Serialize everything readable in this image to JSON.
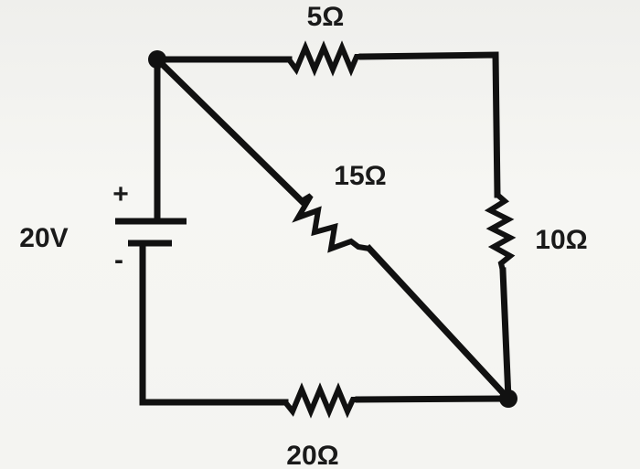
{
  "labels": {
    "source": "20V",
    "source_plus": "+",
    "source_minus": "-",
    "r_top": "5Ω",
    "r_diag": "15Ω",
    "r_right": "10Ω",
    "r_bottom": "20Ω"
  }
}
